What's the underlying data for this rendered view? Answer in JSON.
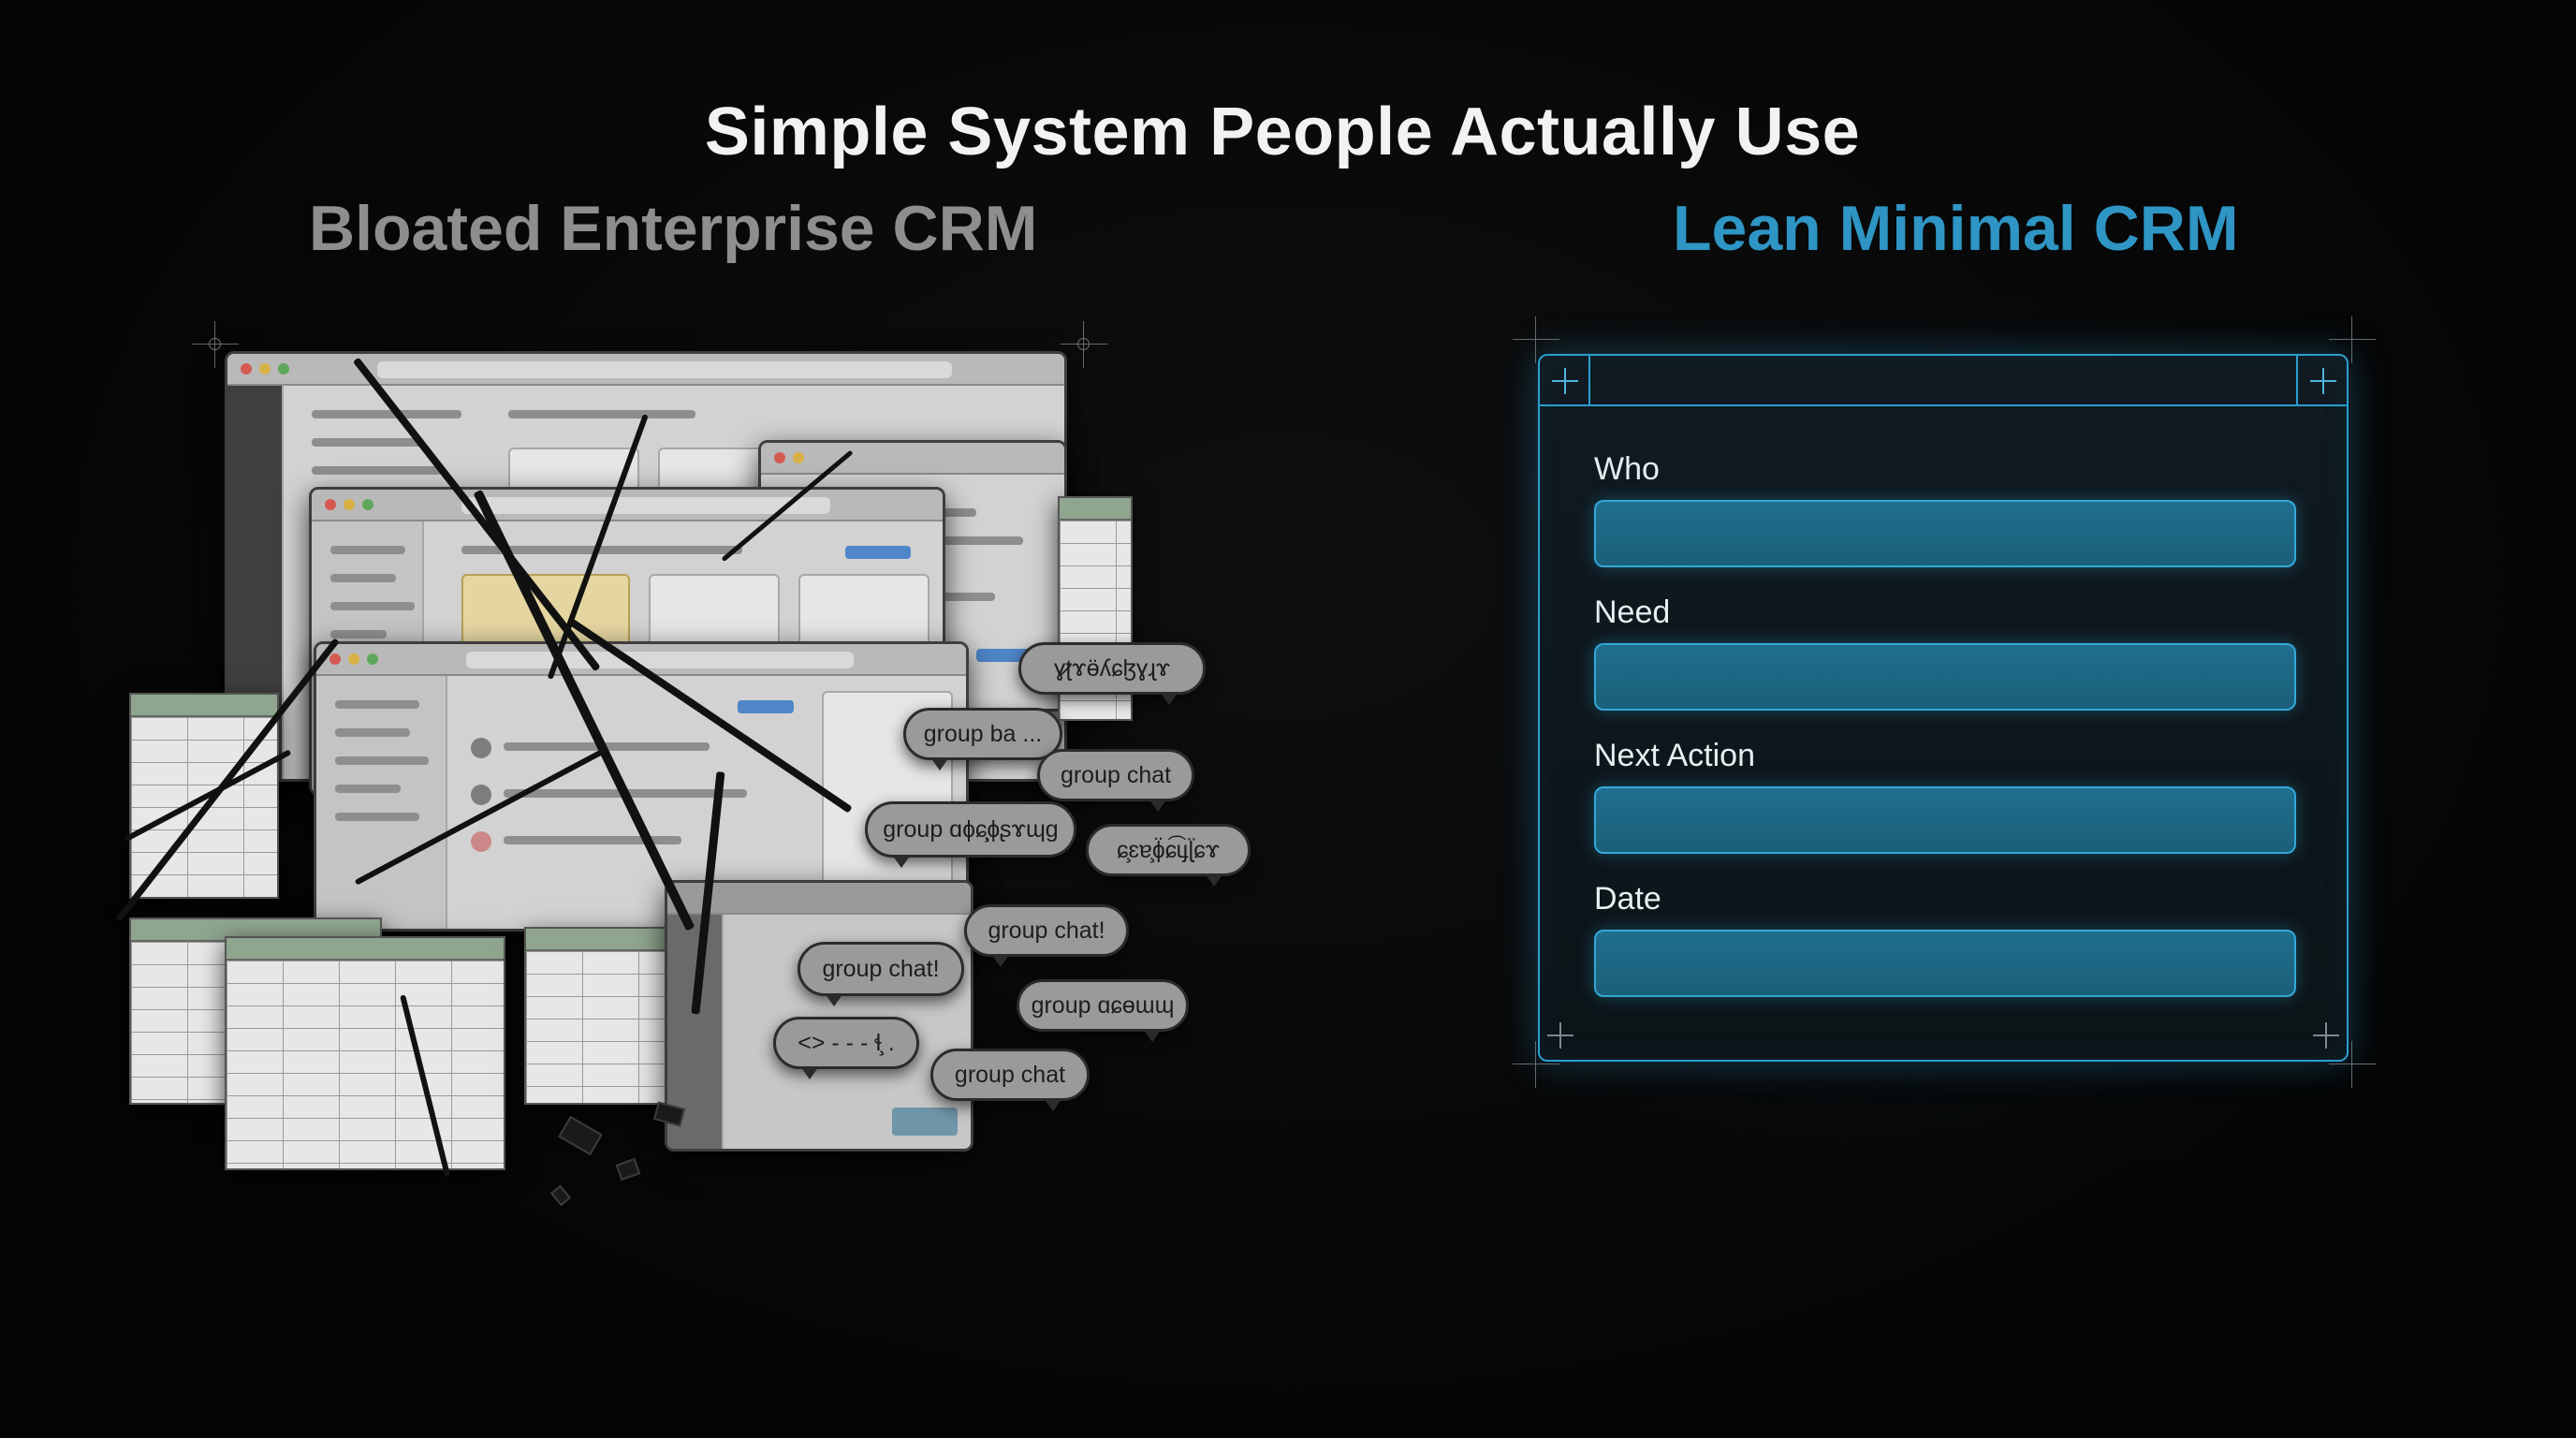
{
  "title": "Simple System People Actually Use",
  "left": {
    "heading": "Bloated Enterprise CRM",
    "bubbles": [
      "ɣ̷ʈɤɵ̈ʎɕɮɣɻɤ",
      "group ba ...",
      "group chat",
      "group ɑɸɕ̧̦ɸʂɤɰɡ",
      "ɕ̧ɛɐ̧ɸ̈ɕ͡ɩɟɭ̈ɕɤ",
      "group chat!",
      "group chat!",
      "group ɑɕɵɯɰ",
      "<> - - - ɬ̧ .",
      "group chat"
    ]
  },
  "right": {
    "heading": "Lean Minimal CRM",
    "heading_color": "#2e95c4",
    "accent_color": "#2a9fcf",
    "fields": [
      {
        "label": "Who",
        "value": ""
      },
      {
        "label": "Need",
        "value": ""
      },
      {
        "label": "Next Action",
        "value": ""
      },
      {
        "label": "Date",
        "value": ""
      }
    ]
  }
}
